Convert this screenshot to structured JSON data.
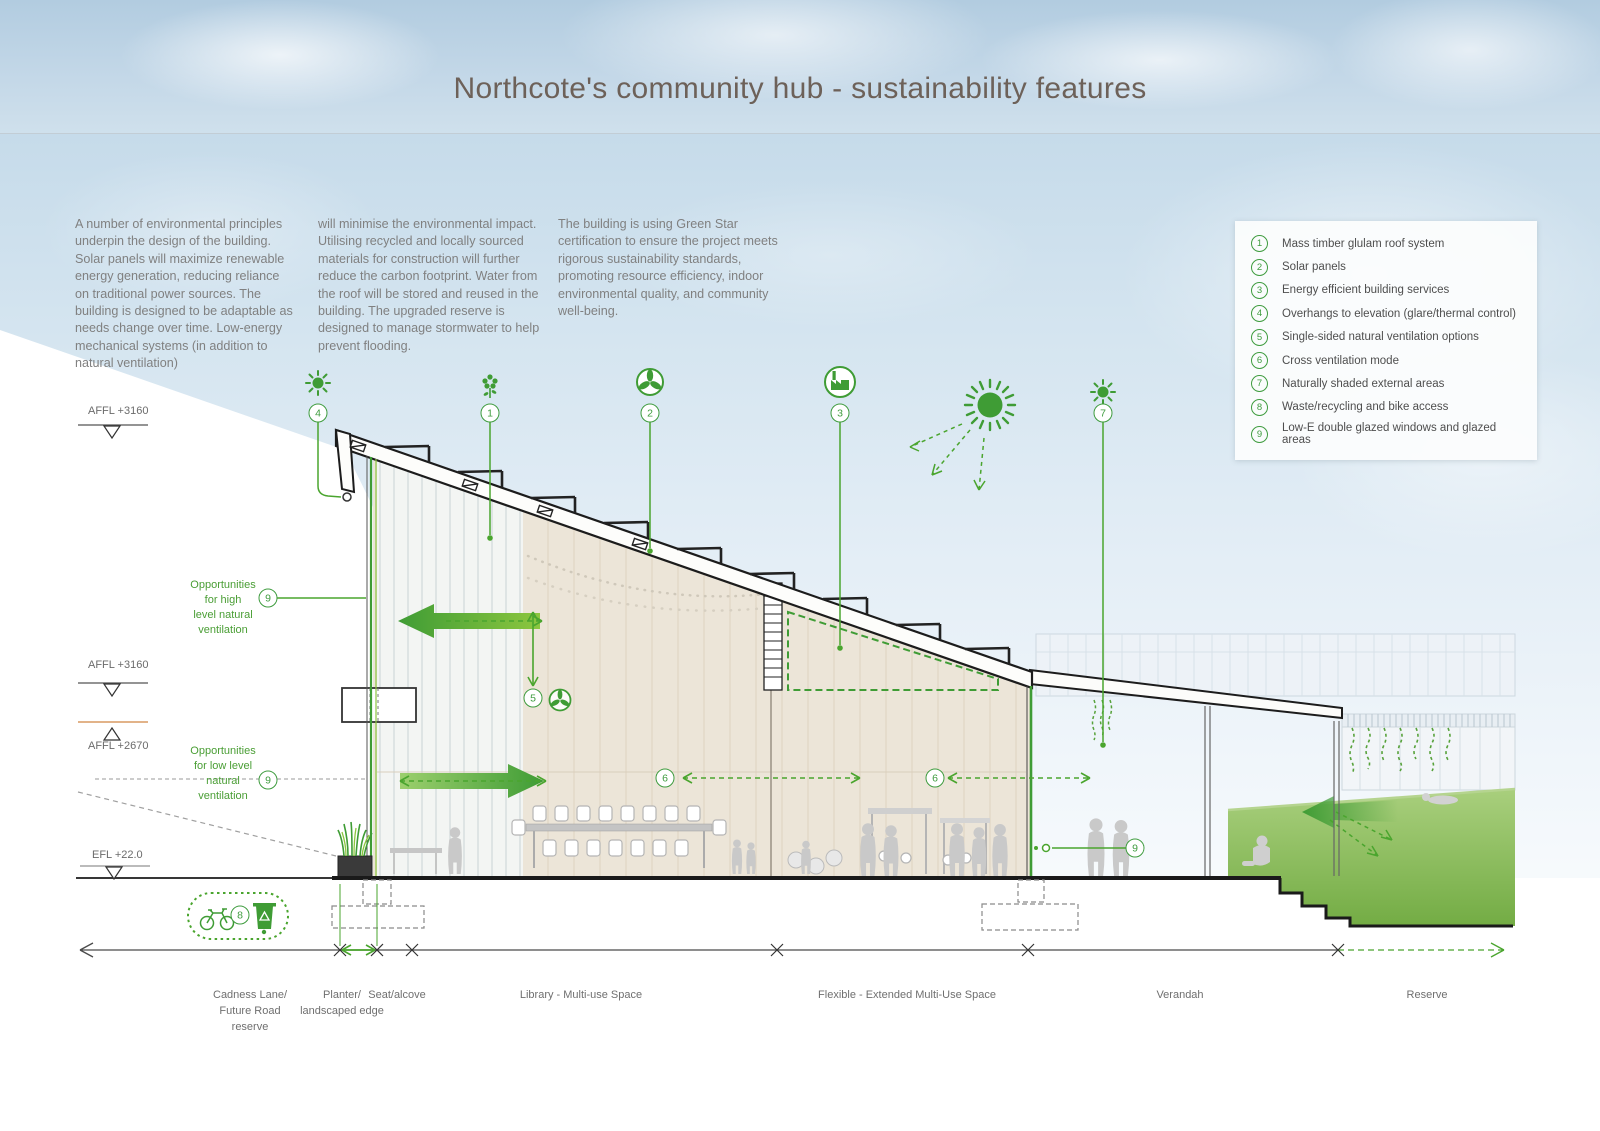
{
  "title": "Northcote's community hub - sustainability features",
  "intro": {
    "col1": "A number of environmental principles underpin the design of the building. Solar panels will maximize renewable energy generation, reducing reliance on traditional power sources. The building is designed to be adaptable as needs change over time. Low-energy mechanical systems (in addition to natural ventilation)",
    "col2": "will minimise the environmental impact. Utilising recycled and locally sourced materials for construction will further reduce the carbon footprint. Water from the roof will be stored and reused in the building. The upgraded reserve is designed to manage stormwater to help prevent flooding.",
    "col3": "The building is using Green Star certification to ensure the project meets rigorous sustainability standards, promoting resource efficiency, indoor environmental quality, and community well-being."
  },
  "legend": {
    "items": [
      {
        "num": "1",
        "label": "Mass timber glulam roof system"
      },
      {
        "num": "2",
        "label": "Solar panels"
      },
      {
        "num": "3",
        "label": "Energy efficient building services"
      },
      {
        "num": "4",
        "label": "Overhangs to elevation (glare/thermal control)"
      },
      {
        "num": "5",
        "label": "Single-sided natural ventilation options"
      },
      {
        "num": "6",
        "label": "Cross ventilation mode"
      },
      {
        "num": "7",
        "label": "Naturally shaded external areas"
      },
      {
        "num": "8",
        "label": "Waste/recycling and bike access"
      },
      {
        "num": "9",
        "label": "Low-E double glazed windows and glazed areas"
      }
    ]
  },
  "levels": {
    "l1": "AFFL +3160",
    "l2": "AFFL +3160",
    "l3": "AFFL +2670",
    "l4": "EFL +22.0"
  },
  "annotations": {
    "high_vent": "Opportunities\nfor high\nlevel natural\nventilation",
    "low_vent": "Opportunities\nfor low level\nnatural\nventilation"
  },
  "callouts": {
    "c1": "1",
    "c2": "2",
    "c3": "3",
    "c4": "4",
    "c5": "5",
    "c6": "6",
    "c7": "7",
    "c8": "8",
    "c9": "9"
  },
  "zones": {
    "z1": "Cadness Lane/\nFuture Road\nreserve",
    "z2": "Planter/\nlandscaped edge",
    "z3": "Seat/alcove",
    "z4": "Library - Multi-use Space",
    "z5": "Flexible - Extended Multi-Use Space",
    "z6": "Verandah",
    "z7": "Reserve"
  },
  "colors": {
    "accent_green": "#3f9c35",
    "light_green": "#8cc63f",
    "line_dark": "#1c1c1c",
    "text_gray": "#808080",
    "title_color": "#6d6159",
    "timber": "#ece5d8",
    "grass": "#74ac45",
    "sky_top": "#b7d0e3"
  }
}
